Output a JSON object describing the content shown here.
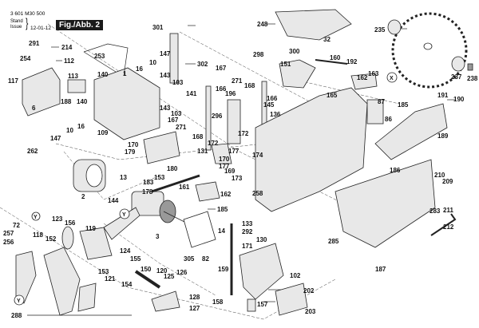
{
  "header": {
    "document_number": "3 601 M30 500",
    "stand_label_de": "Stand",
    "stand_label_en": "Issue",
    "date": "12-01-12",
    "figure_label": "Fig./Abb. 2"
  },
  "reference_markers": [
    "X",
    "Y",
    "Y",
    "Y"
  ],
  "parts": {
    "p291": "291",
    "p214": "214",
    "p254": "254",
    "p112": "112",
    "p117": "117",
    "p253": "253",
    "p113": "113",
    "p188": "188",
    "p140a": "140",
    "p140b": "140",
    "p1": "1",
    "p16a": "16",
    "p10a": "10",
    "p147a": "147",
    "p301": "301",
    "p302": "302",
    "p143a": "143",
    "p103a": "103",
    "p141": "141",
    "p143b": "143",
    "p103b": "103",
    "p167a": "167",
    "p271a": "271",
    "p168a": "168",
    "p248": "248",
    "p298": "298",
    "p300": "300",
    "p32": "32",
    "p151": "151",
    "p160": "160",
    "p192": "192",
    "p167b": "167",
    "p271b": "271",
    "p168b": "168",
    "p166a": "166",
    "p196": "196",
    "p166b": "166",
    "p145": "145",
    "p136": "136",
    "p235": "235",
    "p237": "237",
    "p238": "238",
    "p162a": "162",
    "p163": "163",
    "p165": "165",
    "p87": "87",
    "p185a": "185",
    "p86": "86",
    "p191": "191",
    "p190": "190",
    "p189": "189",
    "p6": "6",
    "p10b": "10",
    "p16b": "16",
    "p147b": "147",
    "p109": "109",
    "p262": "262",
    "p2": "2",
    "p144": "144",
    "p13": "13",
    "p170a": "170",
    "p179": "179",
    "p180": "180",
    "p153a": "153",
    "p183": "183",
    "p296": "296",
    "p172a": "172",
    "p172b": "172",
    "p131": "131",
    "p177a": "177",
    "p174": "174",
    "p170b": "170",
    "p177b": "177",
    "p169": "169",
    "p173": "173",
    "p258": "258",
    "p178": "178",
    "p161": "161",
    "p162b": "162",
    "p185b": "185",
    "p186": "186",
    "p210": "210",
    "p209": "209",
    "p283": "283",
    "p211": "211",
    "p212": "212",
    "p285": "285",
    "p187": "187",
    "p3": "3",
    "p305": "305",
    "p82": "82",
    "p14": "14",
    "p159": "159",
    "p133": "133",
    "p292": "292",
    "p171": "171",
    "p130": "130",
    "p102": "102",
    "p202": "202",
    "p157": "157",
    "p158": "158",
    "p203": "203",
    "p72": "72",
    "p257": "257",
    "p256": "256",
    "p118": "118",
    "p123": "123",
    "p152": "152",
    "p156": "156",
    "p119": "119",
    "p124": "124",
    "p155": "155",
    "p153b": "153",
    "p121": "121",
    "p154": "154",
    "p150": "150",
    "p120": "120",
    "p125": "125",
    "p126": "126",
    "p128": "128",
    "p127": "127",
    "p288": "288"
  }
}
